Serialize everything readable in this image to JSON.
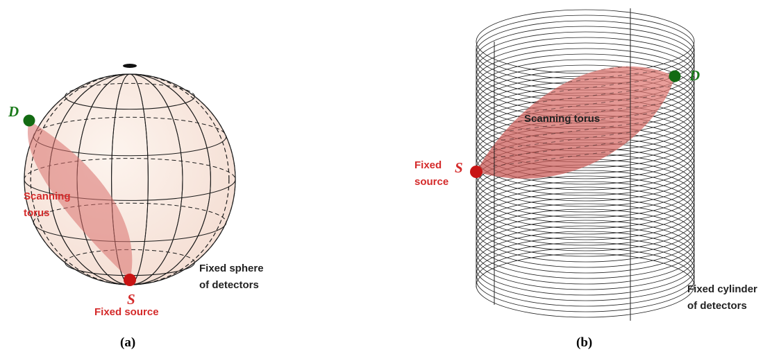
{
  "panel_a": {
    "detector_label": "D",
    "source_label": "S",
    "torus_label_line1": "Scanning",
    "torus_label_line2": "torus",
    "sphere_label_line1": "Fixed sphere",
    "sphere_label_line2": "of detectors",
    "source_caption": "Fixed source",
    "caption": "(a)"
  },
  "panel_b": {
    "detector_label": "D",
    "source_label": "S",
    "torus_label": "Scanning torus",
    "source_label_line1": "Fixed",
    "source_label_line2": "source",
    "cylinder_label_line1": "Fixed cylinder",
    "cylinder_label_line2": "of detectors",
    "caption": "(b)"
  },
  "colors": {
    "sphere_fill": "#fbeee6",
    "torus_fill": "#d9706b",
    "source_point": "#c81414",
    "detector_point": "#136b13",
    "label_red": "#d42a2a",
    "label_green": "#1a7a1a",
    "label_black": "#222222"
  }
}
